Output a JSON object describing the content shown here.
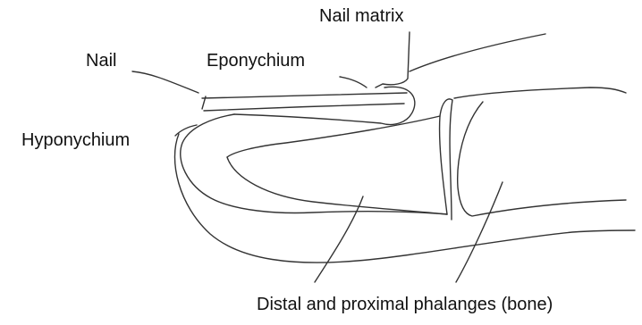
{
  "labels": {
    "nail_matrix": "Nail matrix",
    "nail": "Nail",
    "eponychium": "Eponychium",
    "hyponychium": "Hyponychium",
    "bone": "Distal and proximal phalanges (bone)"
  },
  "colors": {
    "background": "#ffffff",
    "ink": "#333333",
    "text": "#111111"
  }
}
